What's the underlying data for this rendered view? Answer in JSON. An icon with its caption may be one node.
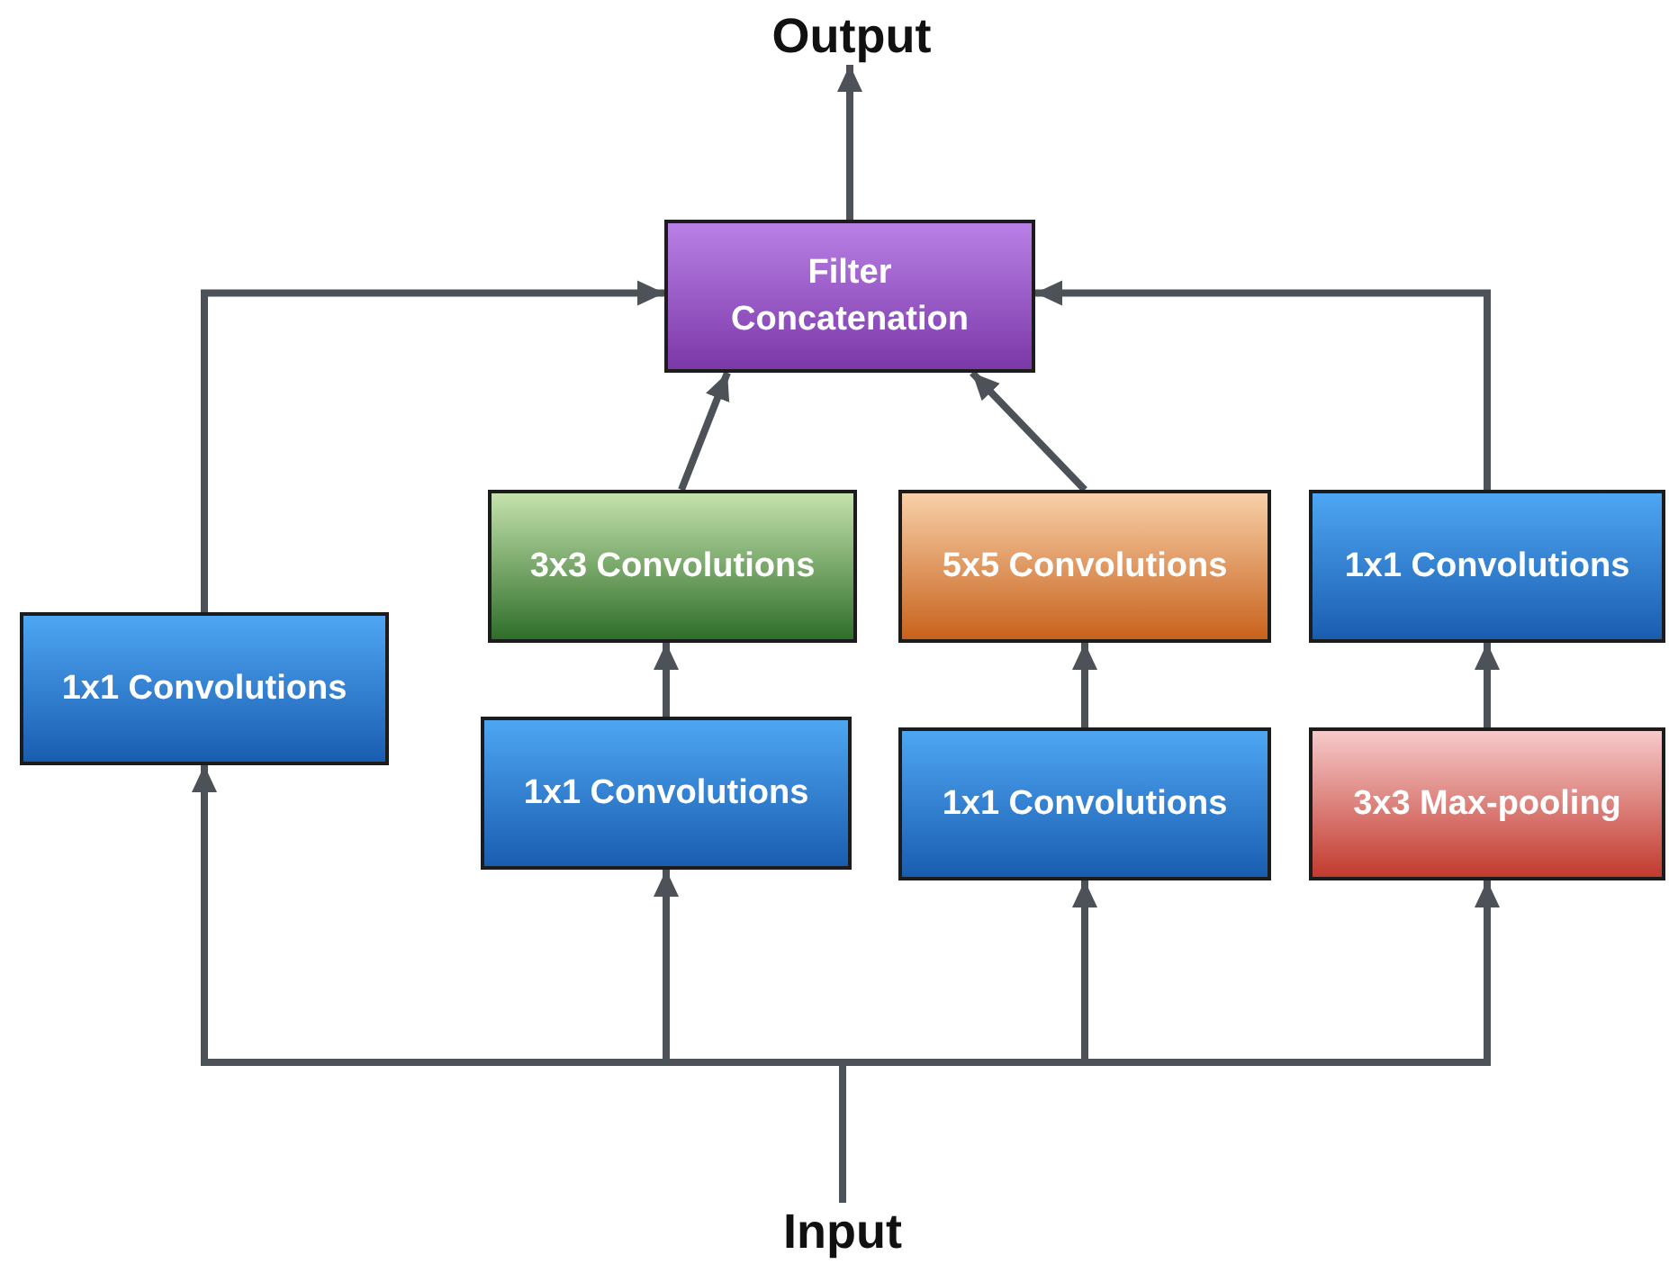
{
  "diagram": {
    "nodes": [
      {
        "text": [
          "Output"
        ]
      },
      {
        "text": [
          "Filter Concatenation"
        ]
      },
      {
        "text": [
          "1x1 Convolutions"
        ]
      },
      {
        "text": [
          "3x3 Convolutions"
        ]
      },
      {
        "text": [
          "5x5 Convolutions"
        ]
      },
      {
        "text": [
          "1x1 Convolutions"
        ]
      },
      {
        "text": [
          "1x1 Convolutions"
        ]
      },
      {
        "text": [
          "1x1 Convolutions"
        ]
      },
      {
        "text": [
          "3x3 Max-pooling"
        ]
      },
      {
        "text": [
          "Input"
        ]
      }
    ],
    "edges": [
      {
        "from": 9,
        "to": 2,
        "arrow": "to"
      },
      {
        "from": 9,
        "to": 6,
        "arrow": "to"
      },
      {
        "from": 9,
        "to": 7,
        "arrow": "to"
      },
      {
        "from": 9,
        "to": 8,
        "arrow": "to"
      },
      {
        "from": 2,
        "to": 1,
        "arrow": "to"
      },
      {
        "from": 6,
        "to": 3,
        "arrow": "to"
      },
      {
        "from": 3,
        "to": 1,
        "arrow": "to"
      },
      {
        "from": 7,
        "to": 4,
        "arrow": "to"
      },
      {
        "from": 4,
        "to": 1,
        "arrow": "to"
      },
      {
        "from": 8,
        "to": 5,
        "arrow": "to"
      },
      {
        "from": 5,
        "to": 1,
        "arrow": "to"
      },
      {
        "from": 1,
        "to": 0,
        "arrow": "to"
      }
    ]
  }
}
